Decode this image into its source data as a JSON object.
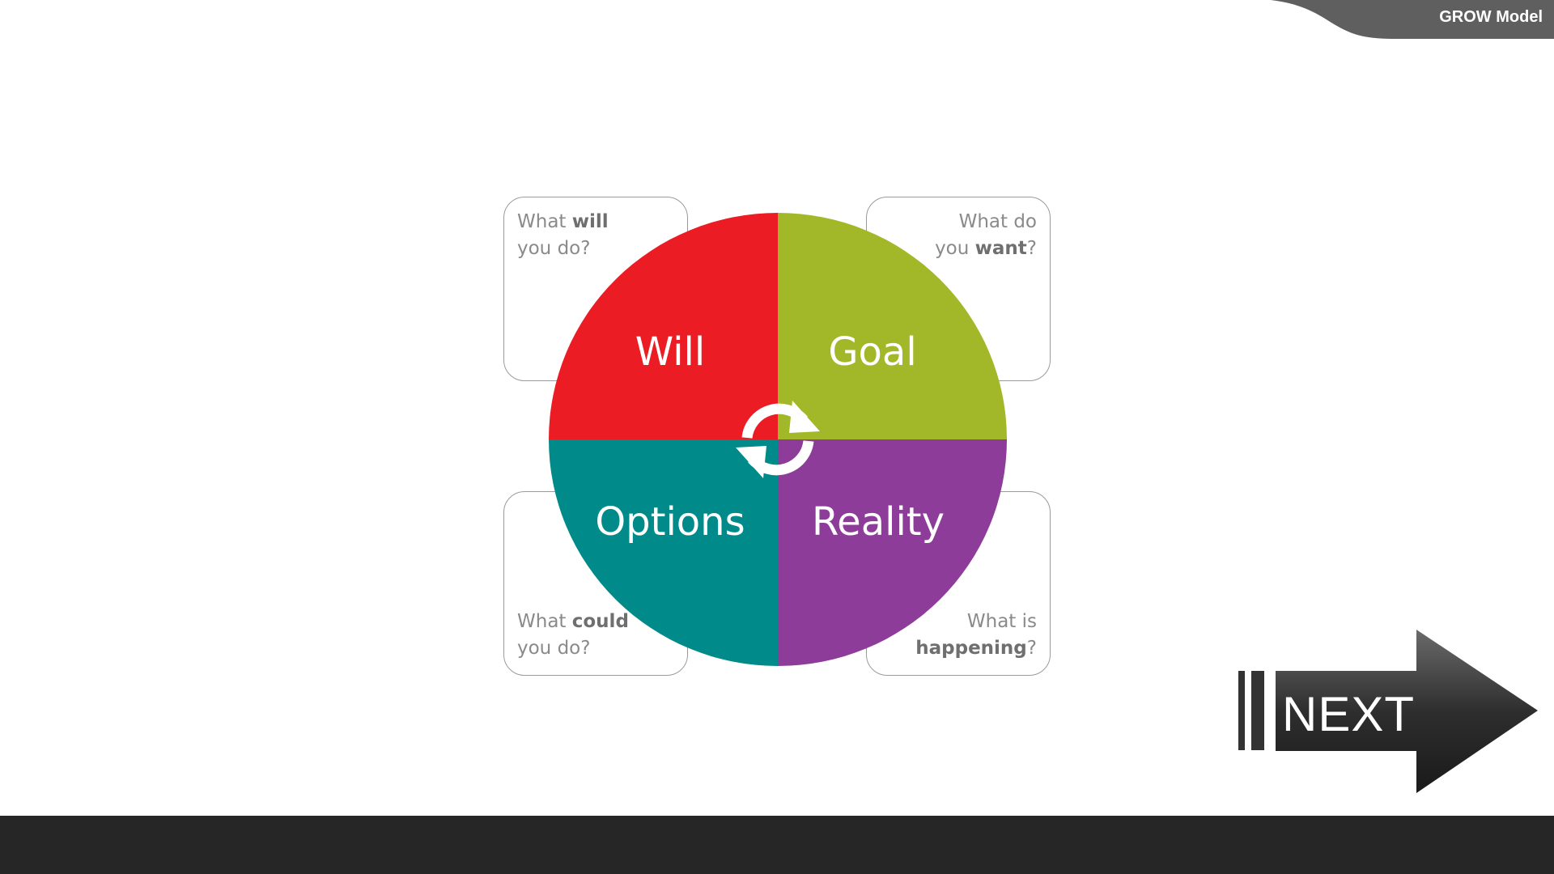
{
  "header": {
    "title": "GROW Model",
    "tab_color": "#5f5f5f"
  },
  "diagram": {
    "quadrants": [
      {
        "key": "will",
        "label": "Will",
        "color": "#ec1c24",
        "question_pre": "What ",
        "question_bold": "will",
        "question_post": "you do?",
        "question_tail": ""
      },
      {
        "key": "goal",
        "label": "Goal",
        "color": "#a2b829",
        "question_pre": "What do",
        "question_bold": "want",
        "question_post": "you ",
        "question_tail": "?"
      },
      {
        "key": "options",
        "label": "Options",
        "color": "#008a8a",
        "question_pre": "What ",
        "question_bold": "could",
        "question_post": "you do?",
        "question_tail": ""
      },
      {
        "key": "reality",
        "label": "Reality",
        "color": "#8e3c99",
        "question_pre": "What is",
        "question_bold": "happening",
        "question_post": "",
        "question_tail": "?"
      }
    ],
    "center_icon": "refresh-cycle-icon"
  },
  "navigation": {
    "next_label": "NEXT",
    "next_icon": "right-arrow-icon"
  },
  "footer": {
    "bar_color": "#262626"
  }
}
